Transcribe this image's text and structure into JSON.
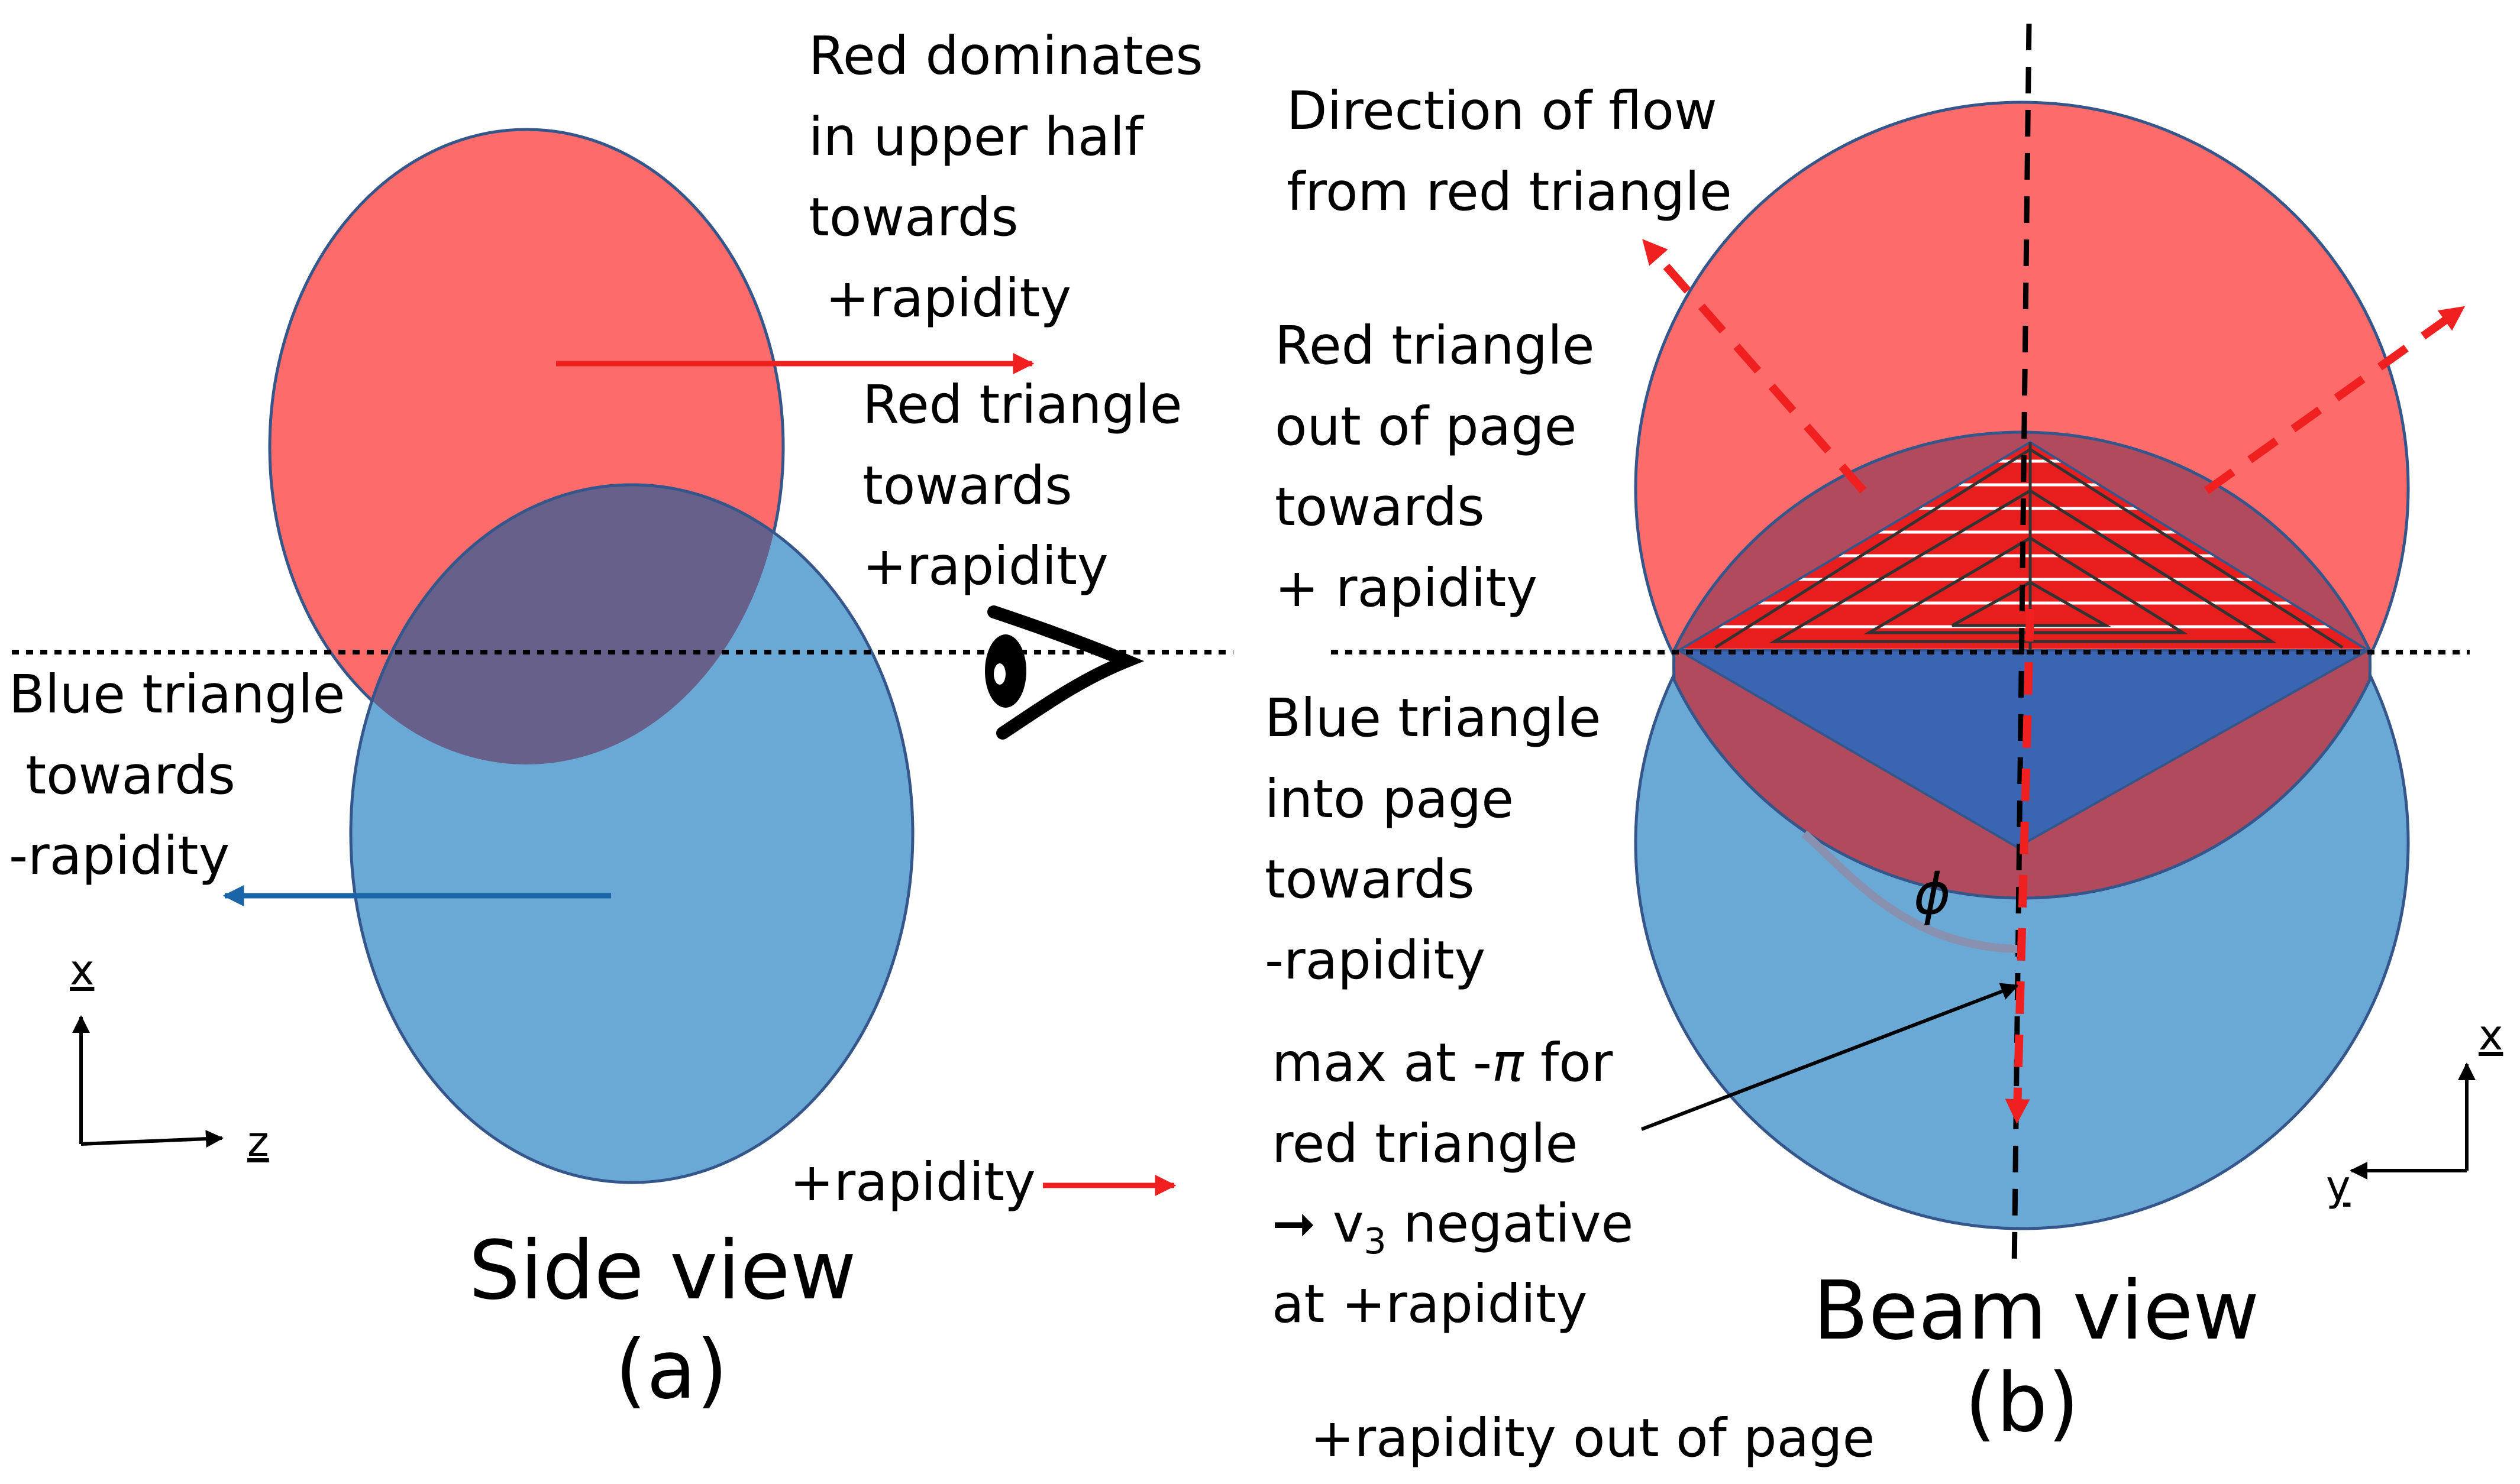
{
  "colors": {
    "red_fill": "#fd6c6b",
    "blue_fill": "#6aa9d5",
    "overlap_fill": "#66608b",
    "red_arrow": "#f02020",
    "blue_arrow": "#1a64a8",
    "triangle_blue": "#3a65b3",
    "triangle_overlap": "#b04a5c",
    "circle_edge": "#35568a"
  },
  "icons": {
    "eye": "eye-icon"
  },
  "side_view": {
    "red_note": [
      "Red dominates",
      "in upper half",
      "towards",
      " +rapidity"
    ],
    "red_triangle_note": [
      "Red triangle",
      "towards",
      "+rapidity"
    ],
    "blue_triangle_note": [
      "Blue triangle",
      " towards",
      "-rapidity"
    ],
    "axis_x": "x",
    "axis_z": "z",
    "rapidity_label": "+rapidity",
    "caption_line1": "Side view",
    "caption_line2": "(a)"
  },
  "beam_view": {
    "flow_note": [
      "Direction of flow",
      "from red triangle"
    ],
    "red_triangle_note": [
      "Red triangle",
      "out of page",
      "towards",
      "+ rapidity"
    ],
    "blue_triangle_note": [
      "Blue triangle",
      "into page",
      "towards",
      "-rapidity"
    ],
    "phi_label": "ϕ",
    "max_note_line1": "max at -",
    "max_note_pi": "π",
    "max_note_line1_end": " for",
    "max_note_line2": "red triangle",
    "v3_arrow": "➞ v",
    "v3_sub": "3",
    "v3_rest": " negative",
    "max_note_line4": "at +rapidity",
    "axis_x": "x",
    "axis_y": "y",
    "caption_line1": "Beam view",
    "caption_line2": "(b)",
    "footer_note": "+rapidity out of page"
  }
}
